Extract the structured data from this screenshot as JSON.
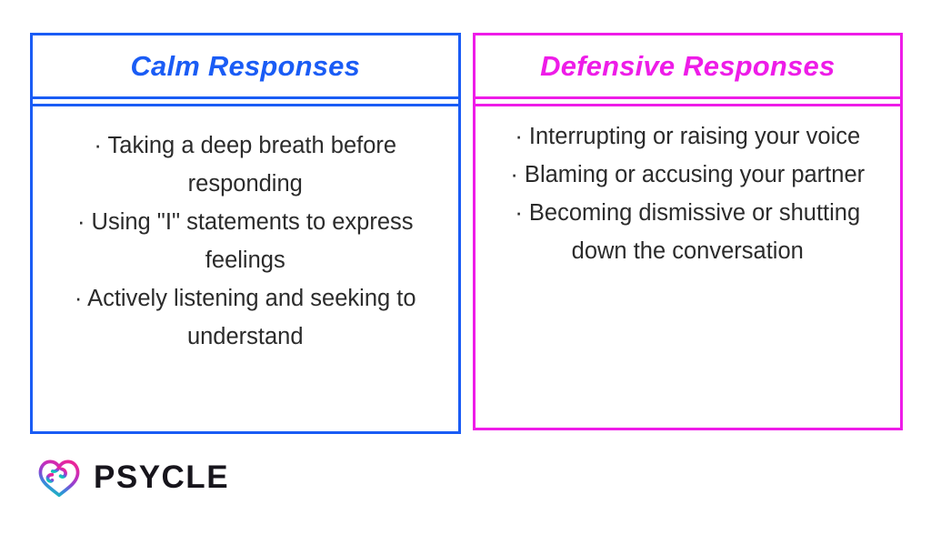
{
  "background_color": "#ffffff",
  "comparison": {
    "columns": [
      {
        "id": "calm",
        "title": "Calm Responses",
        "accent_color": "#1a5cf5",
        "items": [
          "· Taking a deep breath before responding",
          "· Using \"I\" statements to express feelings",
          "· Actively listening and seeking to understand"
        ]
      },
      {
        "id": "defensive",
        "title": "Defensive Responses",
        "accent_color": "#ee1ce8",
        "items": [
          "· Interrupting or raising your voice",
          "· Blaming or accusing your partner",
          "· Becoming dismissive or shutting down the conversation"
        ]
      }
    ],
    "body_text_color": "#2b2b2b"
  },
  "logo": {
    "mark_name": "psycle-brain-heart-icon",
    "wordmark": "PSYCLE",
    "wordmark_color": "#17151c",
    "gradient_colors": [
      "#e9269a",
      "#a03ad4",
      "#5a62d8",
      "#18b8d8",
      "#0fc9b4"
    ]
  }
}
